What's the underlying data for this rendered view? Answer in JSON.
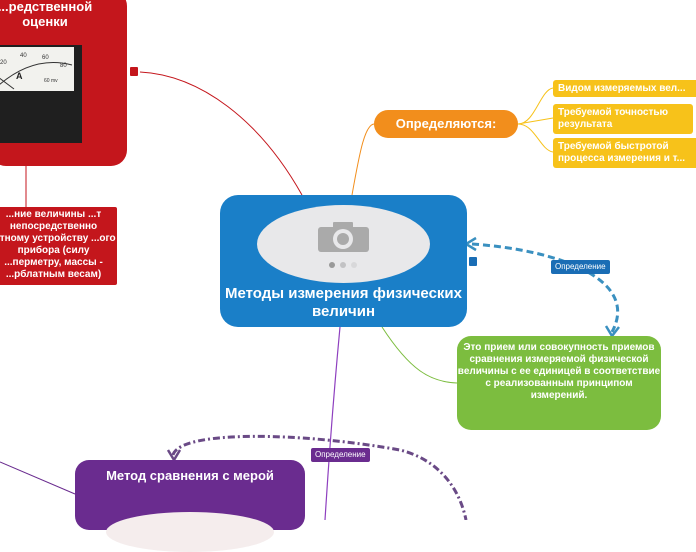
{
  "central": {
    "title": "Методы измерения физических величин"
  },
  "top_left": {
    "title": "...редственной оценки",
    "meter_unit": "A",
    "meter_scale": [
      "20",
      "40",
      "60",
      "80"
    ],
    "meter_corner_text": "60 mv"
  },
  "left_note": {
    "text": "...ние величины ...т непосредственно ...тному устройству ...ого прибора (силу ...перметру, массы - ...рблатным весам)"
  },
  "right_branch": {
    "title": "Определяются:",
    "items": [
      "Видом измеряемых вел...",
      "Требуемой точностью результата",
      "Требуемой быстротой процесса измерения и т..."
    ]
  },
  "definition_tag": {
    "label": "Определение"
  },
  "definition_node": {
    "text": "Это прием или совокупность приемов сравнения измеряемой физической величины с ее единицей в соответствие с реализованным принципом измерений."
  },
  "bottom": {
    "title": "Метод сравнения с мерой",
    "tag_label": "Определение"
  },
  "colors": {
    "central": "#1a7fc8",
    "red": "#c4161c",
    "orange": "#f28e1c",
    "yellow": "#f7c21a",
    "green": "#7cbd3f",
    "purple": "#6a2c8f"
  }
}
